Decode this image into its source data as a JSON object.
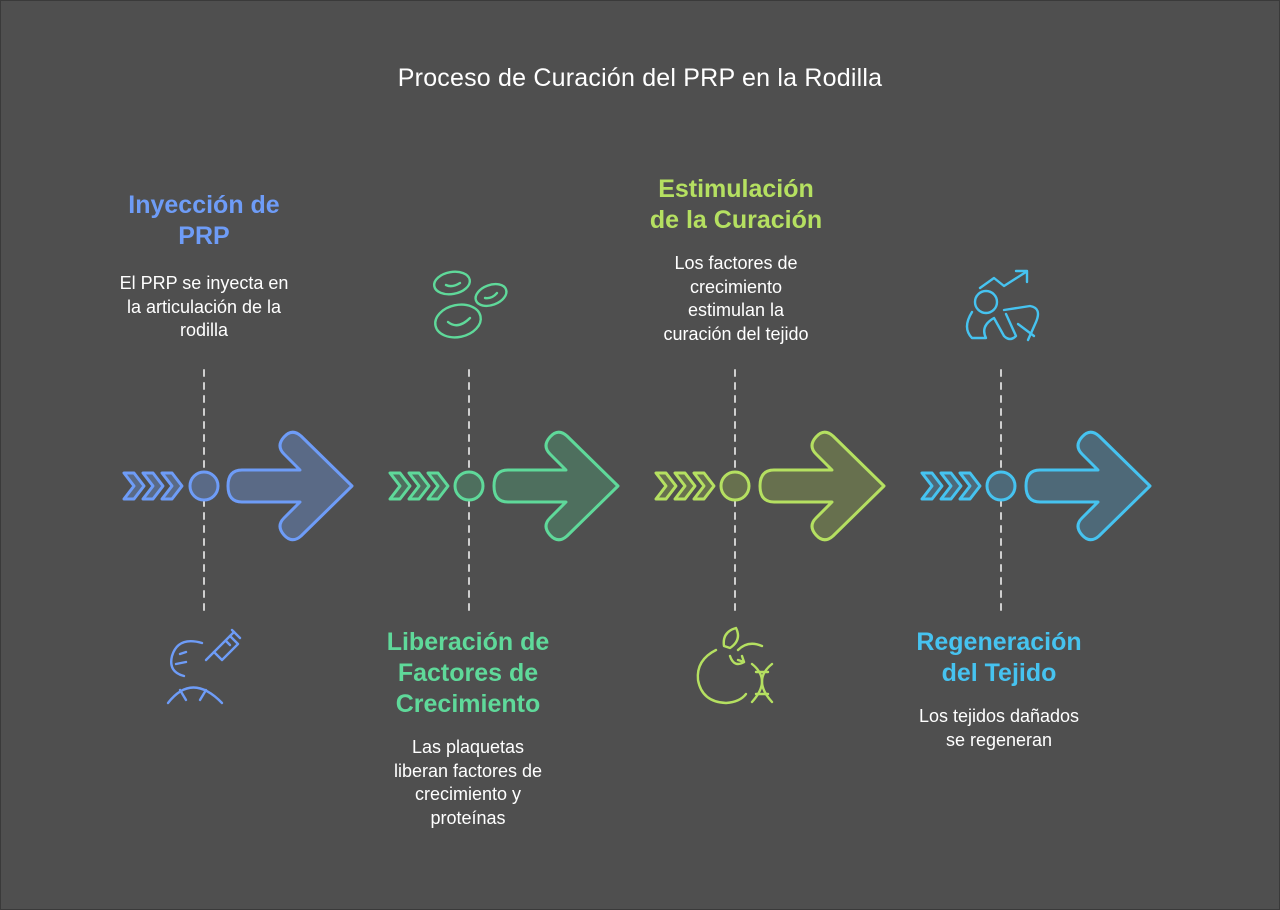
{
  "title": "Proceso de Curación del PRP en la Rodilla",
  "colors": {
    "background": "#4f4f4f",
    "step1": "#6e9cf7",
    "step2": "#5fd99a",
    "step3": "#b5e061",
    "step4": "#46c3f0"
  },
  "steps": [
    {
      "title_lines": [
        "Inyección de",
        "PRP"
      ],
      "description_lines": [
        "El PRP se inyecta en",
        "la articulación de la",
        "rodilla"
      ],
      "icon": "injection-icon"
    },
    {
      "title_lines": [
        "Liberación de",
        "Factores de",
        "Crecimiento"
      ],
      "description_lines": [
        "Las plaquetas",
        "liberan factores de",
        "crecimiento y",
        "proteínas"
      ],
      "icon": "platelets-icon"
    },
    {
      "title_lines": [
        "Estimulación",
        "de la Curación"
      ],
      "description_lines": [
        "Los factores de",
        "crecimiento",
        "estimulan la",
        "curación del tejido"
      ],
      "icon": "dna-growth-icon"
    },
    {
      "title_lines": [
        "Regeneración",
        "del Tejido"
      ],
      "description_lines": [
        "Los tejidos dañados",
        "se regeneran"
      ],
      "icon": "regeneration-icon"
    }
  ]
}
